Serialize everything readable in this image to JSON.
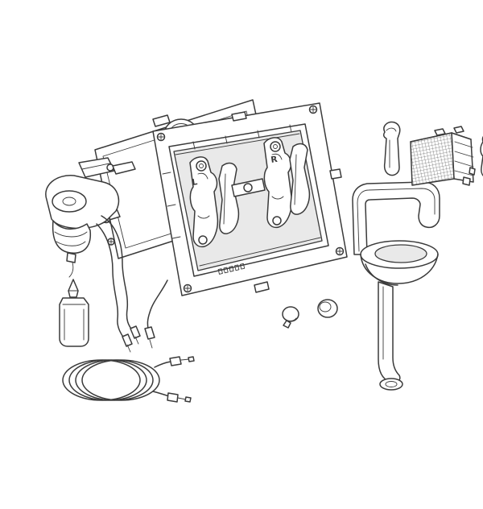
{
  "theme": {
    "bg": "#ffffff",
    "line": "#3a3a3a",
    "shade": "#e9e9e9",
    "shade2": "#d9d9d9"
  },
  "diagram": {
    "type": "exploded-parts-illustration",
    "labels": {
      "left_lever": "L",
      "right_lever": "R"
    },
    "parts": [
      {
        "name": "rear-mounting-plate"
      },
      {
        "name": "installation-frame"
      },
      {
        "name": "flush-lever-left"
      },
      {
        "name": "flush-lever-right"
      },
      {
        "name": "motor-valve-unit"
      },
      {
        "name": "connection-cables"
      },
      {
        "name": "dosing-bottle"
      },
      {
        "name": "connection-hose-coil"
      },
      {
        "name": "sealing-cap-small"
      },
      {
        "name": "sealing-cap-large"
      },
      {
        "name": "stick-holder"
      },
      {
        "name": "retaining-clip"
      },
      {
        "name": "filter-cartridge"
      },
      {
        "name": "mounting-bracket"
      }
    ]
  }
}
